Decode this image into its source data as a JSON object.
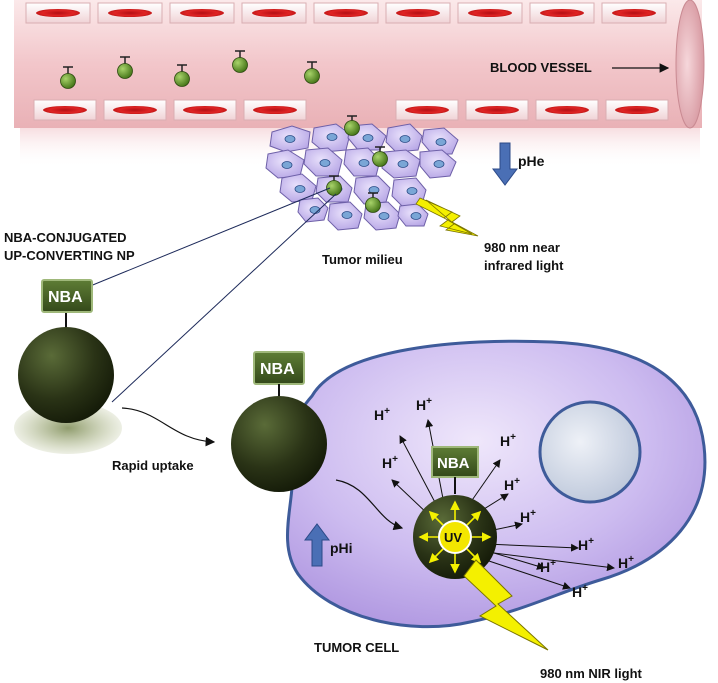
{
  "labels": {
    "blood_vessel": "BLOOD VESSEL",
    "phe": "pHe",
    "nir_light_line1": "980 nm near",
    "nir_light_line2": "infrared light",
    "tumor_milieu": "Tumor milieu",
    "np_title_line1": "NBA-CONJUGATED",
    "np_title_line2": "UP-CONVERTING NP",
    "nba": "NBA",
    "rapid_uptake": "Rapid uptake",
    "phi": "pHi",
    "uv": "UV",
    "tumor_cell": "TUMOR CELL",
    "nir_light_bottom": "980 nm NIR light",
    "proton": "H",
    "proton_charge": "+"
  },
  "colors": {
    "vessel": "#f2c9cc",
    "rbc": "#d41f1f",
    "cell_cluster": "#c8b8ee",
    "tumor_cell": "#c7b6ef",
    "nanoparticle": "#2f3a1c",
    "nba_tag": "#3f5a22",
    "uv_core": "#f3e600",
    "lightning": "#f4f000",
    "ph_arrow": "#4a6fb5"
  }
}
